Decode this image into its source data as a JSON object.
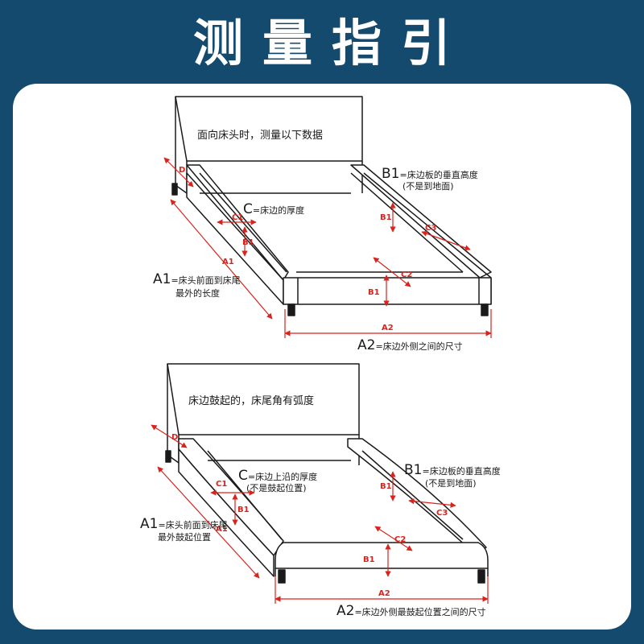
{
  "title": "测量指引",
  "colors": {
    "background": "#134a6e",
    "panel": "#ffffff",
    "dimension": "#d9231d",
    "outline": "#1a1a1a"
  },
  "diagram1": {
    "headboard_text": "面向床头时，测量以下数据",
    "callout_D": "D",
    "callout_C1": "C1",
    "callout_B1_left": "B1",
    "callout_A1": "A1",
    "callout_B1_right": "B1",
    "callout_C3": "C3",
    "callout_C2": "C2",
    "callout_B1_front": "B1",
    "callout_A2": "A2",
    "label_C_key": "C",
    "label_C_text": "=床边的厚度",
    "label_B1_key": "B1",
    "label_B1_text": "=床边板的垂直高度",
    "label_B1_sub": "(不是到地面)",
    "label_A1_key": "A1",
    "label_A1_text": "=床头前面到床尾",
    "label_A1_sub": "最外的长度",
    "label_A2_key": "A2",
    "label_A2_text": "=床边外侧之间的尺寸"
  },
  "diagram2": {
    "headboard_text": "床边鼓起的，床尾角有弧度",
    "callout_D": "D",
    "callout_C1": "C1",
    "callout_B1_left": "B1",
    "callout_A1": "A1",
    "callout_B1_right": "B1",
    "callout_C3": "C3",
    "callout_C2": "C2",
    "callout_B1_front": "B1",
    "callout_A2": "A2",
    "label_C_key": "C",
    "label_C_text": "=床边上沿的厚度",
    "label_C_sub": "(不是鼓起位置)",
    "label_B1_key": "B1",
    "label_B1_text": "=床边板的垂直高度",
    "label_B1_sub": "(不是到地面)",
    "label_A1_key": "A1",
    "label_A1_text": "=床头前面到床尾",
    "label_A1_sub": "最外鼓起位置",
    "label_A2_key": "A2",
    "label_A2_text": "=床边外侧最鼓起位置之间的尺寸"
  }
}
